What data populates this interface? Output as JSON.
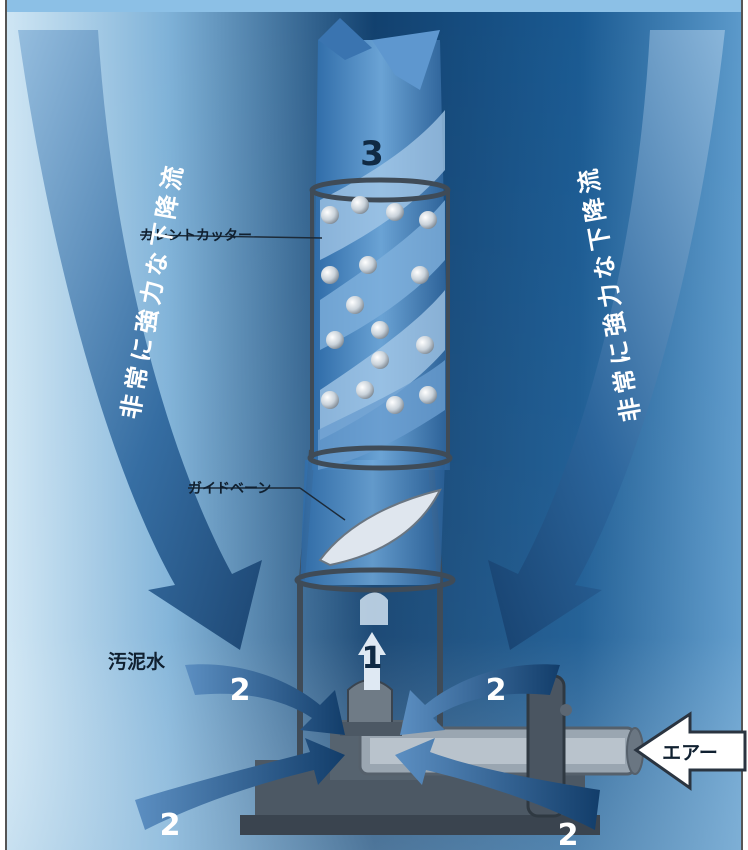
{
  "labels": {
    "downflow_left": "非常に強力な下降流",
    "downflow_right": "非常に強力な下降流",
    "current_cutter": "カレントカッター",
    "guide_vane": "ガイドベーン",
    "sludge_water": "汚泥水",
    "air": "エアー"
  },
  "flow_numbers": {
    "n1": "1",
    "n2_left_upper": "2",
    "n2_right_upper": "2",
    "n2_left_lower": "2",
    "n2_right_lower": "2",
    "n3": "3"
  },
  "colors": {
    "background_dark": "#0b3c6b",
    "background_light": "#cfe6f4",
    "arrow_dark": "#174f86",
    "arrow_light": "#6f9fcb",
    "frame": "#3f4b57",
    "spiral": "#7fb0dc",
    "sphere": "#d6dde4",
    "air_arrow": "#ffffff"
  },
  "icons": [
    "down-arrow-icon",
    "spiral-arrow-icon",
    "air-arrow-icon"
  ]
}
